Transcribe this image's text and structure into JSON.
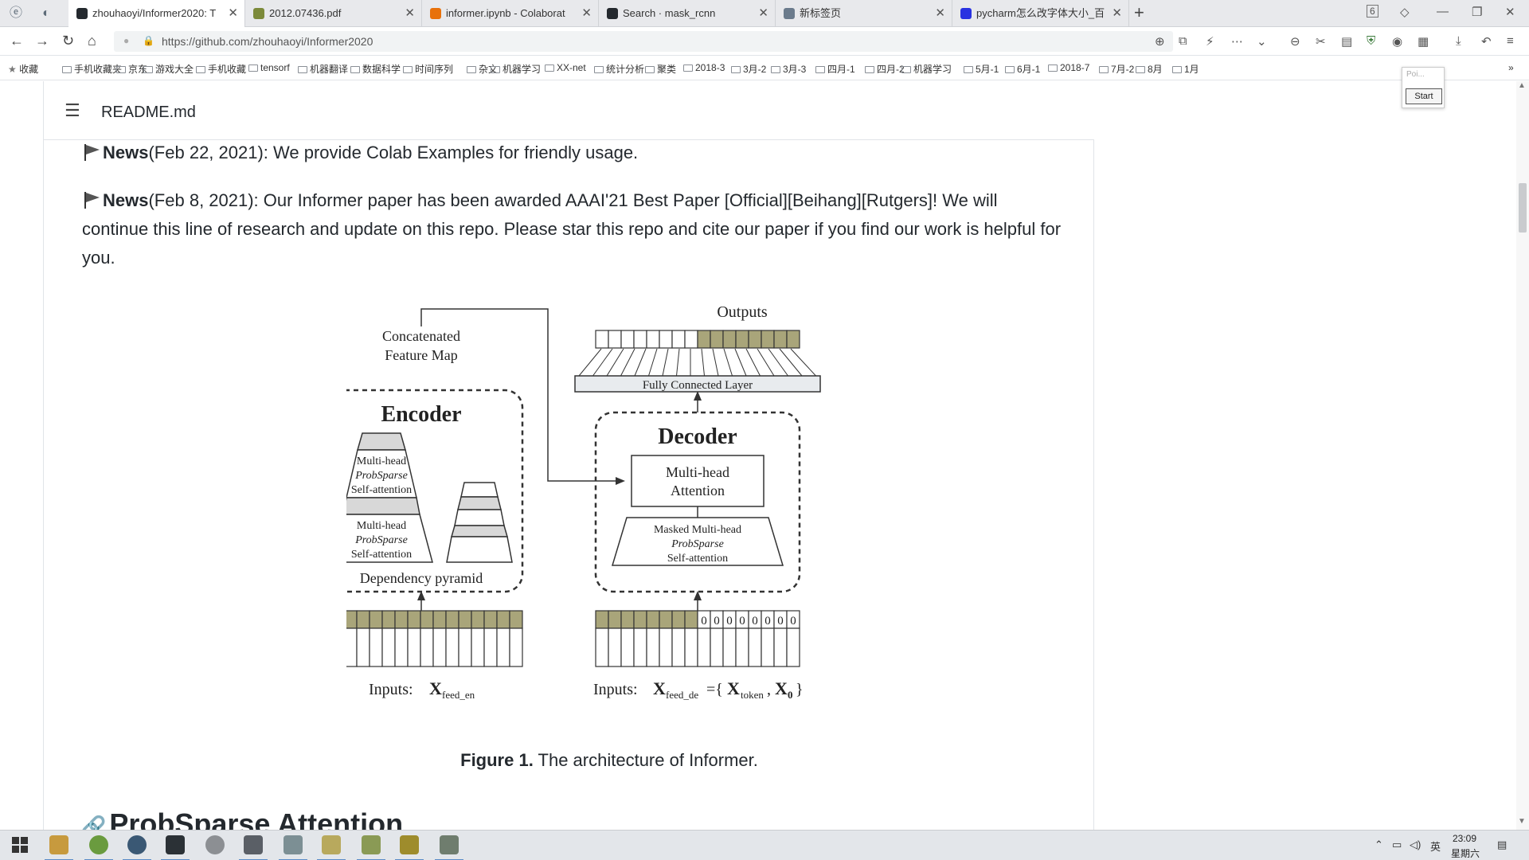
{
  "tabs": [
    {
      "title": "zhouhaoyi/Informer2020: T",
      "active": true,
      "favicon": "github-icon"
    },
    {
      "title": "2012.07436.pdf",
      "active": false,
      "favicon": "pdf-icon"
    },
    {
      "title": "informer.ipynb - Colaborat",
      "active": false,
      "favicon": "colab-icon"
    },
    {
      "title": "Search · mask_rcnn",
      "active": false,
      "favicon": "github-icon"
    },
    {
      "title": "新标签页",
      "active": false,
      "favicon": "newtab-icon"
    },
    {
      "title": "pycharm怎么改字体大小_百",
      "active": false,
      "favicon": "baidu-icon"
    }
  ],
  "tab_counter": "6",
  "address": {
    "url": "https://github.com/zhouhaoyi/Informer2020"
  },
  "bookmarks": [
    "收藏",
    "手机收藏夹",
    "京东",
    "游戏大全",
    "手机收藏",
    "tensorf",
    "机器翻译",
    "数据科学",
    "时间序列",
    "杂文",
    "机器学习",
    "XX-net",
    "统计分析",
    "聚类",
    "2018-3",
    "3月-2",
    "3月-3",
    "四月-1",
    "四月-2",
    "机器学习",
    "5月-1",
    "6月-1",
    "2018-7",
    "7月-2",
    "8月",
    "1月"
  ],
  "readme": {
    "title": "README.md"
  },
  "news": [
    {
      "label": "News",
      "text": "(Feb 22, 2021): We provide Colab Examples for friendly usage."
    },
    {
      "label": "News",
      "text": "(Feb 8, 2021): Our Informer paper has been awarded AAAI'21 Best Paper [Official][Beihang][Rutgers]! We will continue this line of research and update on this repo. Please star this repo and cite our paper if you find our work is helpful for you."
    }
  ],
  "figure": {
    "outputs_label": "Outputs",
    "fc_label": "Fully Connected Layer",
    "concat_label_1": "Concatenated",
    "concat_label_2": "Feature Map",
    "encoder_label": "Encoder",
    "decoder_label": "Decoder",
    "mh_label": "Multi-head",
    "probsparse_label": "ProbSparse",
    "selfatt_label": "Self-attention",
    "dep_pyramid_label": "Dependency pyramid",
    "dec_att_1": "Multi-head",
    "dec_att_2": "Attention",
    "masked_label": "Masked Multi-head",
    "inputs_label": "Inputs:",
    "enc_input_symbol": "X",
    "enc_input_sub": "feed_en",
    "dec_input_symbol": "X",
    "dec_input_sub": "feed_de",
    "dec_input_eq": "={",
    "dec_token_symbol": "X",
    "dec_token_sub": "token",
    "dec_zero_symbol": "X",
    "dec_zero_sub": "0",
    "dec_input_close": "}",
    "zero_digit": "0",
    "caption_bold": "Figure 1.",
    "caption_text": " The architecture of Informer."
  },
  "next_heading": "ProbSparse Attention",
  "widget": {
    "label": "Poi...",
    "button": "Start"
  },
  "clock": {
    "time": "23:09",
    "day": "星期六"
  },
  "tray": {
    "ime": "英"
  },
  "colors": {
    "figure_fill": "#a9a57a",
    "accent": "#5a8cc7"
  }
}
